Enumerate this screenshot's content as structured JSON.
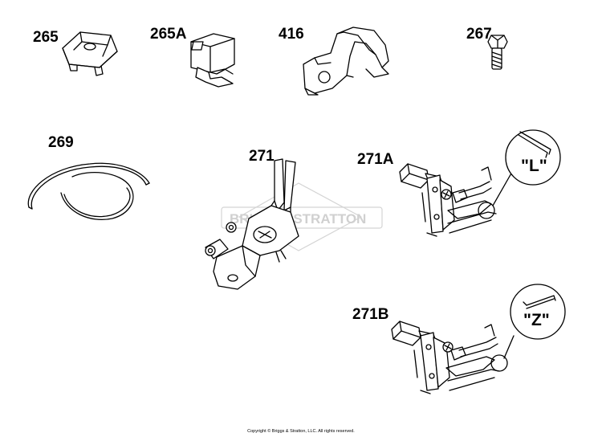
{
  "parts": {
    "p265": "265",
    "p265a": "265A",
    "p416": "416",
    "p267": "267",
    "p269": "269",
    "p271": "271",
    "p271a": "271A",
    "p271b": "271B"
  },
  "details": {
    "l": "\"L\"",
    "z": "\"Z\""
  },
  "watermark": "BRIGGS&STRATTON",
  "copyright": "Copyright © Briggs & Stratton, LLC. All rights reserved."
}
